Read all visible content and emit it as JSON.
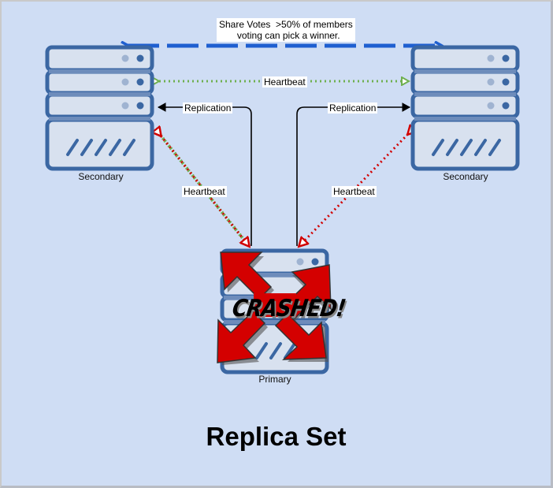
{
  "diagram": {
    "title": "Replica Set",
    "colors": {
      "background": "#cfddf4",
      "server_stroke": "#3b67a3",
      "server_fill": "#d8e1ef",
      "votes_arrow": "#1f5fd0",
      "heartbeat_green": "#6fb04f",
      "heartbeat_red": "#d10000",
      "replication": "#000000",
      "crash_red": "#d40000"
    },
    "nodes": [
      {
        "id": "secondary-left",
        "caption": "Secondary",
        "role": "secondary",
        "status": "healthy"
      },
      {
        "id": "secondary-right",
        "caption": "Secondary",
        "role": "secondary",
        "status": "healthy"
      },
      {
        "id": "primary",
        "caption": "Primary",
        "role": "primary",
        "status": "crashed"
      }
    ],
    "edges": [
      {
        "id": "votes",
        "from": "secondary-left",
        "to": "secondary-right",
        "style": "dashed",
        "direction": "both",
        "label": "Share Votes  >50% of members\n  voting can pick a winner."
      },
      {
        "id": "heartbeat-top",
        "from": "secondary-left",
        "to": "secondary-right",
        "style": "dotted",
        "direction": "both",
        "label": "Heartbeat"
      },
      {
        "id": "replication-left",
        "from": "primary",
        "to": "secondary-left",
        "style": "solid",
        "direction": "forward",
        "label": "Replication"
      },
      {
        "id": "replication-right",
        "from": "primary",
        "to": "secondary-right",
        "style": "solid",
        "direction": "forward",
        "label": "Replication"
      },
      {
        "id": "heartbeat-left",
        "from": "secondary-left",
        "to": "primary",
        "style": "dotted",
        "direction": "both",
        "label": "Heartbeat"
      },
      {
        "id": "heartbeat-right",
        "from": "secondary-right",
        "to": "primary",
        "style": "dotted",
        "direction": "both",
        "label": "Heartbeat"
      }
    ],
    "crash_stamp": {
      "text": "CRASHED!",
      "icon": "cross-arrows-icon"
    }
  }
}
